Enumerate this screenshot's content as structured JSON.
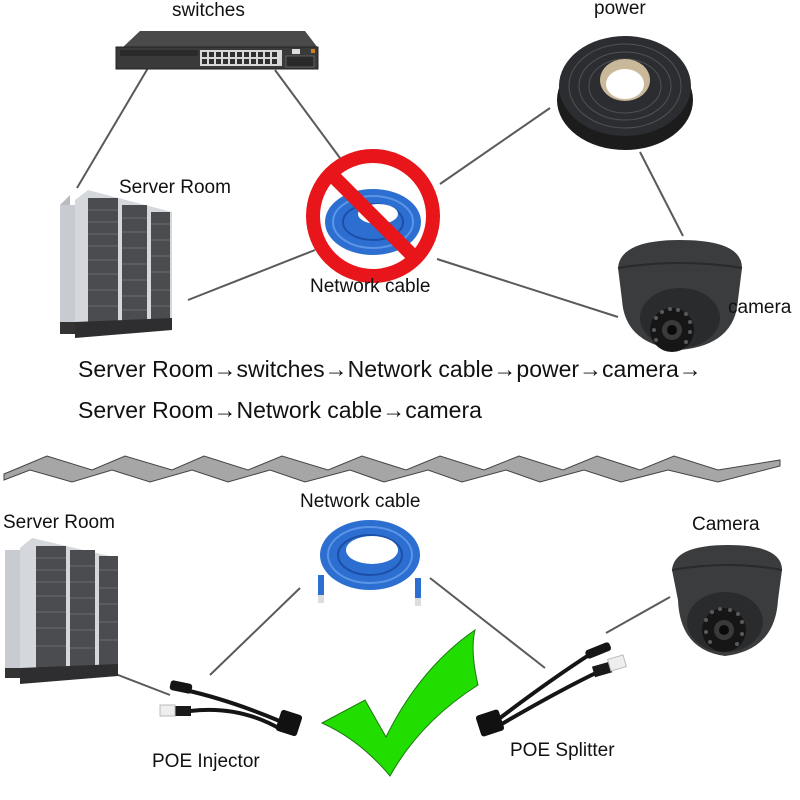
{
  "top_section": {
    "labels": {
      "switches": "switches",
      "power": "power",
      "server_room": "Server Room",
      "network_cable": "Network cable",
      "camera": "camera"
    },
    "network_cable_status": "prohibited",
    "flow_lines": [
      "Server Room→switches→Network cable→power→camera→",
      "Server Room→Network cable→camera"
    ]
  },
  "bottom_section": {
    "labels": {
      "server_room": "Server Room",
      "network_cable": "Network cable",
      "camera": "Camera",
      "poe_injector": "POE Injector",
      "poe_splitter": "POE Splitter"
    },
    "status": "approved"
  },
  "colors": {
    "prohibit_red": "#e8161b",
    "check_green": "#22dd00",
    "cable_blue": "#2d6fd0",
    "divider_gray": "#a6a6a6",
    "connector_line": "#555555"
  }
}
